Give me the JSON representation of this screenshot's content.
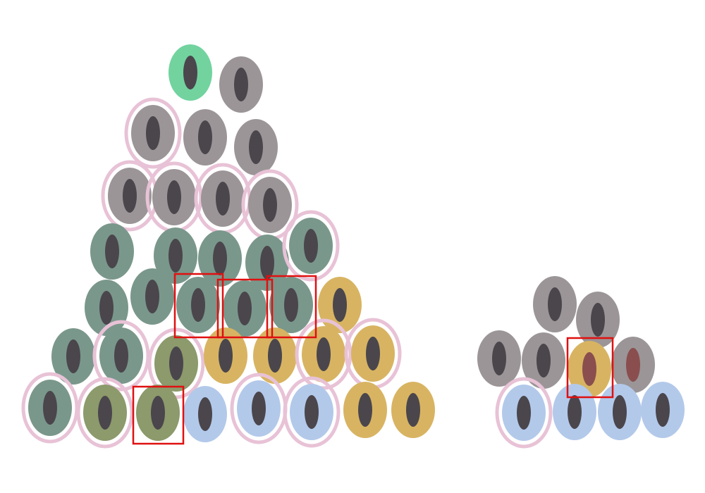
{
  "colors": {
    "mint": "#72d39f",
    "gray": "#9b9597",
    "teal": "#7a978b",
    "olive": "#8c9a6c",
    "gold": "#d8b462",
    "blue": "#b3c9ea",
    "pupil": "#4a464c",
    "pupil_red": "#8a4e4e",
    "ring": "#e8c2d6",
    "highlight": "#e01010",
    "background": "#ffffff"
  },
  "groups": [
    {
      "name": "large-cluster",
      "cells": [
        {
          "color": "mint",
          "ringed": false,
          "pupil": "pupil"
        },
        {
          "color": "gray",
          "ringed": false,
          "pupil": "pupil"
        },
        {
          "color": "gray",
          "ringed": true,
          "pupil": "pupil"
        },
        {
          "color": "gray",
          "ringed": false,
          "pupil": "pupil"
        },
        {
          "color": "gray",
          "ringed": false,
          "pupil": "pupil"
        },
        {
          "color": "gray",
          "ringed": true,
          "pupil": "pupil"
        },
        {
          "color": "gray",
          "ringed": true,
          "pupil": "pupil"
        },
        {
          "color": "gray",
          "ringed": true,
          "pupil": "pupil"
        },
        {
          "color": "gray",
          "ringed": true,
          "pupil": "pupil"
        },
        {
          "color": "teal",
          "ringed": false,
          "pupil": "pupil"
        },
        {
          "color": "teal",
          "ringed": false,
          "pupil": "pupil"
        },
        {
          "color": "teal",
          "ringed": false,
          "pupil": "pupil"
        },
        {
          "color": "teal",
          "ringed": false,
          "pupil": "pupil"
        },
        {
          "color": "teal",
          "ringed": true,
          "pupil": "pupil"
        },
        {
          "color": "teal",
          "ringed": false,
          "pupil": "pupil"
        },
        {
          "color": "teal",
          "ringed": false,
          "pupil": "pupil"
        },
        {
          "color": "teal",
          "ringed": false,
          "pupil": "pupil",
          "highlighted": true
        },
        {
          "color": "teal",
          "ringed": false,
          "pupil": "pupil",
          "highlighted": true
        },
        {
          "color": "teal",
          "ringed": false,
          "pupil": "pupil",
          "highlighted": true
        },
        {
          "color": "gold",
          "ringed": false,
          "pupil": "pupil"
        },
        {
          "color": "teal",
          "ringed": false,
          "pupil": "pupil"
        },
        {
          "color": "teal",
          "ringed": true,
          "pupil": "pupil"
        },
        {
          "color": "olive",
          "ringed": true,
          "pupil": "pupil"
        },
        {
          "color": "gold",
          "ringed": false,
          "pupil": "pupil"
        },
        {
          "color": "gold",
          "ringed": false,
          "pupil": "pupil"
        },
        {
          "color": "gold",
          "ringed": true,
          "pupil": "pupil"
        },
        {
          "color": "gold",
          "ringed": true,
          "pupil": "pupil"
        },
        {
          "color": "teal",
          "ringed": true,
          "pupil": "pupil"
        },
        {
          "color": "olive",
          "ringed": true,
          "pupil": "pupil"
        },
        {
          "color": "olive",
          "ringed": false,
          "pupil": "pupil",
          "highlighted": true
        },
        {
          "color": "blue",
          "ringed": false,
          "pupil": "pupil"
        },
        {
          "color": "blue",
          "ringed": true,
          "pupil": "pupil"
        },
        {
          "color": "blue",
          "ringed": true,
          "pupil": "pupil"
        },
        {
          "color": "gold",
          "ringed": false,
          "pupil": "pupil"
        },
        {
          "color": "gold",
          "ringed": false,
          "pupil": "pupil"
        }
      ]
    },
    {
      "name": "small-cluster",
      "cells": [
        {
          "color": "gray",
          "ringed": false,
          "pupil": "pupil"
        },
        {
          "color": "gray",
          "ringed": false,
          "pupil": "pupil"
        },
        {
          "color": "gray",
          "ringed": false,
          "pupil": "pupil"
        },
        {
          "color": "gray",
          "ringed": false,
          "pupil": "pupil"
        },
        {
          "color": "gold",
          "ringed": false,
          "pupil": "pupil_red",
          "highlighted": true
        },
        {
          "color": "gray",
          "ringed": false,
          "pupil": "pupil_red"
        },
        {
          "color": "blue",
          "ringed": true,
          "pupil": "pupil"
        },
        {
          "color": "blue",
          "ringed": false,
          "pupil": "pupil"
        },
        {
          "color": "blue",
          "ringed": false,
          "pupil": "pupil"
        },
        {
          "color": "blue",
          "ringed": false,
          "pupil": "pupil"
        }
      ]
    }
  ]
}
